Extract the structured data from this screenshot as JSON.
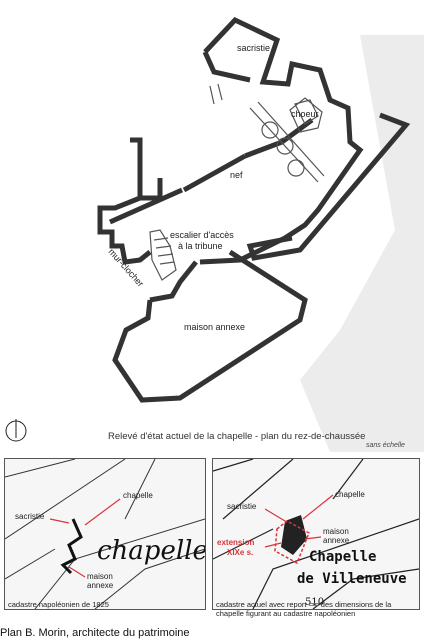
{
  "plan": {
    "labels": {
      "sacristie": "sacristie",
      "choeur": "choeur",
      "nef": "nef",
      "escalier_line1": "escalier d'accès",
      "escalier_line2": "à la tribune",
      "mur_clocher": "mur-clocher",
      "maison_annexe": "maison annexe"
    },
    "caption": "Relevé d'état actuel de la chapelle - plan du rez-de-chaussée",
    "scale_note": "sans échelle",
    "icon": "north-arrow-icon"
  },
  "cadastre_1825": {
    "labels": {
      "chapelle": "chapelle",
      "sacristie": "sacristie",
      "maison_annexe_line1": "maison",
      "maison_annexe_line2": "annexe",
      "handwritten": "chapelle"
    },
    "caption": "cadastre napoléonien de 1825"
  },
  "cadastre_actuel": {
    "labels": {
      "chapelle": "chapelle",
      "sacristie": "sacristie",
      "maison_annexe_line1": "maison",
      "maison_annexe_line2": "annexe",
      "extension_line1": "extension",
      "extension_line2": "XIXe s.",
      "print_line1": "Chapelle",
      "print_line2": "de Villeneuve",
      "parcel": "510"
    },
    "caption_before": "cadastre actuel avec report",
    "caption_dash": "===",
    "caption_after": "des dimensions de la chapelle figurant au cadastre napoléonien"
  },
  "credit": "Plan B. Morin, architecte du patrimoine",
  "colors": {
    "accent_red": "#d8353b",
    "wall": "#333333",
    "ground": "#ececec"
  }
}
